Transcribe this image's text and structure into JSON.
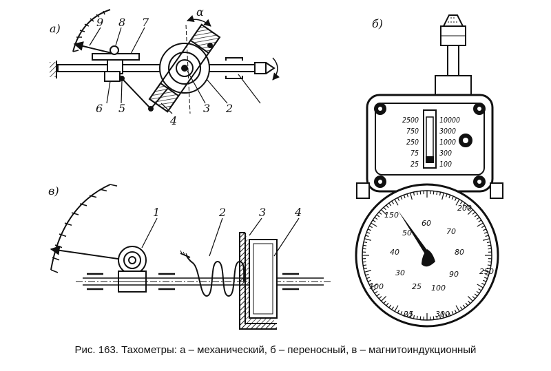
{
  "panel_a": {
    "label": "а)",
    "alpha": "α",
    "numbers": [
      "9",
      "8",
      "7",
      "6",
      "5",
      "4",
      "3",
      "2"
    ]
  },
  "panel_b": {
    "label": "б)",
    "window_left": [
      "2500",
      "750",
      "250",
      "75",
      "25"
    ],
    "window_right": [
      "10000",
      "3000",
      "1000",
      "300",
      "100"
    ],
    "outer_scale": [
      "150",
      "200",
      "250",
      "300",
      "25",
      "100"
    ],
    "inner_scale": [
      "50",
      "60",
      "70",
      "80",
      "90",
      "100",
      "40",
      "30",
      "25"
    ]
  },
  "panel_c": {
    "label": "в)",
    "numbers": [
      "1",
      "2",
      "3",
      "4"
    ]
  },
  "caption": "Рис. 163. Тахометры:  а – механический, б – переносный, в – магнитоиндукционный"
}
